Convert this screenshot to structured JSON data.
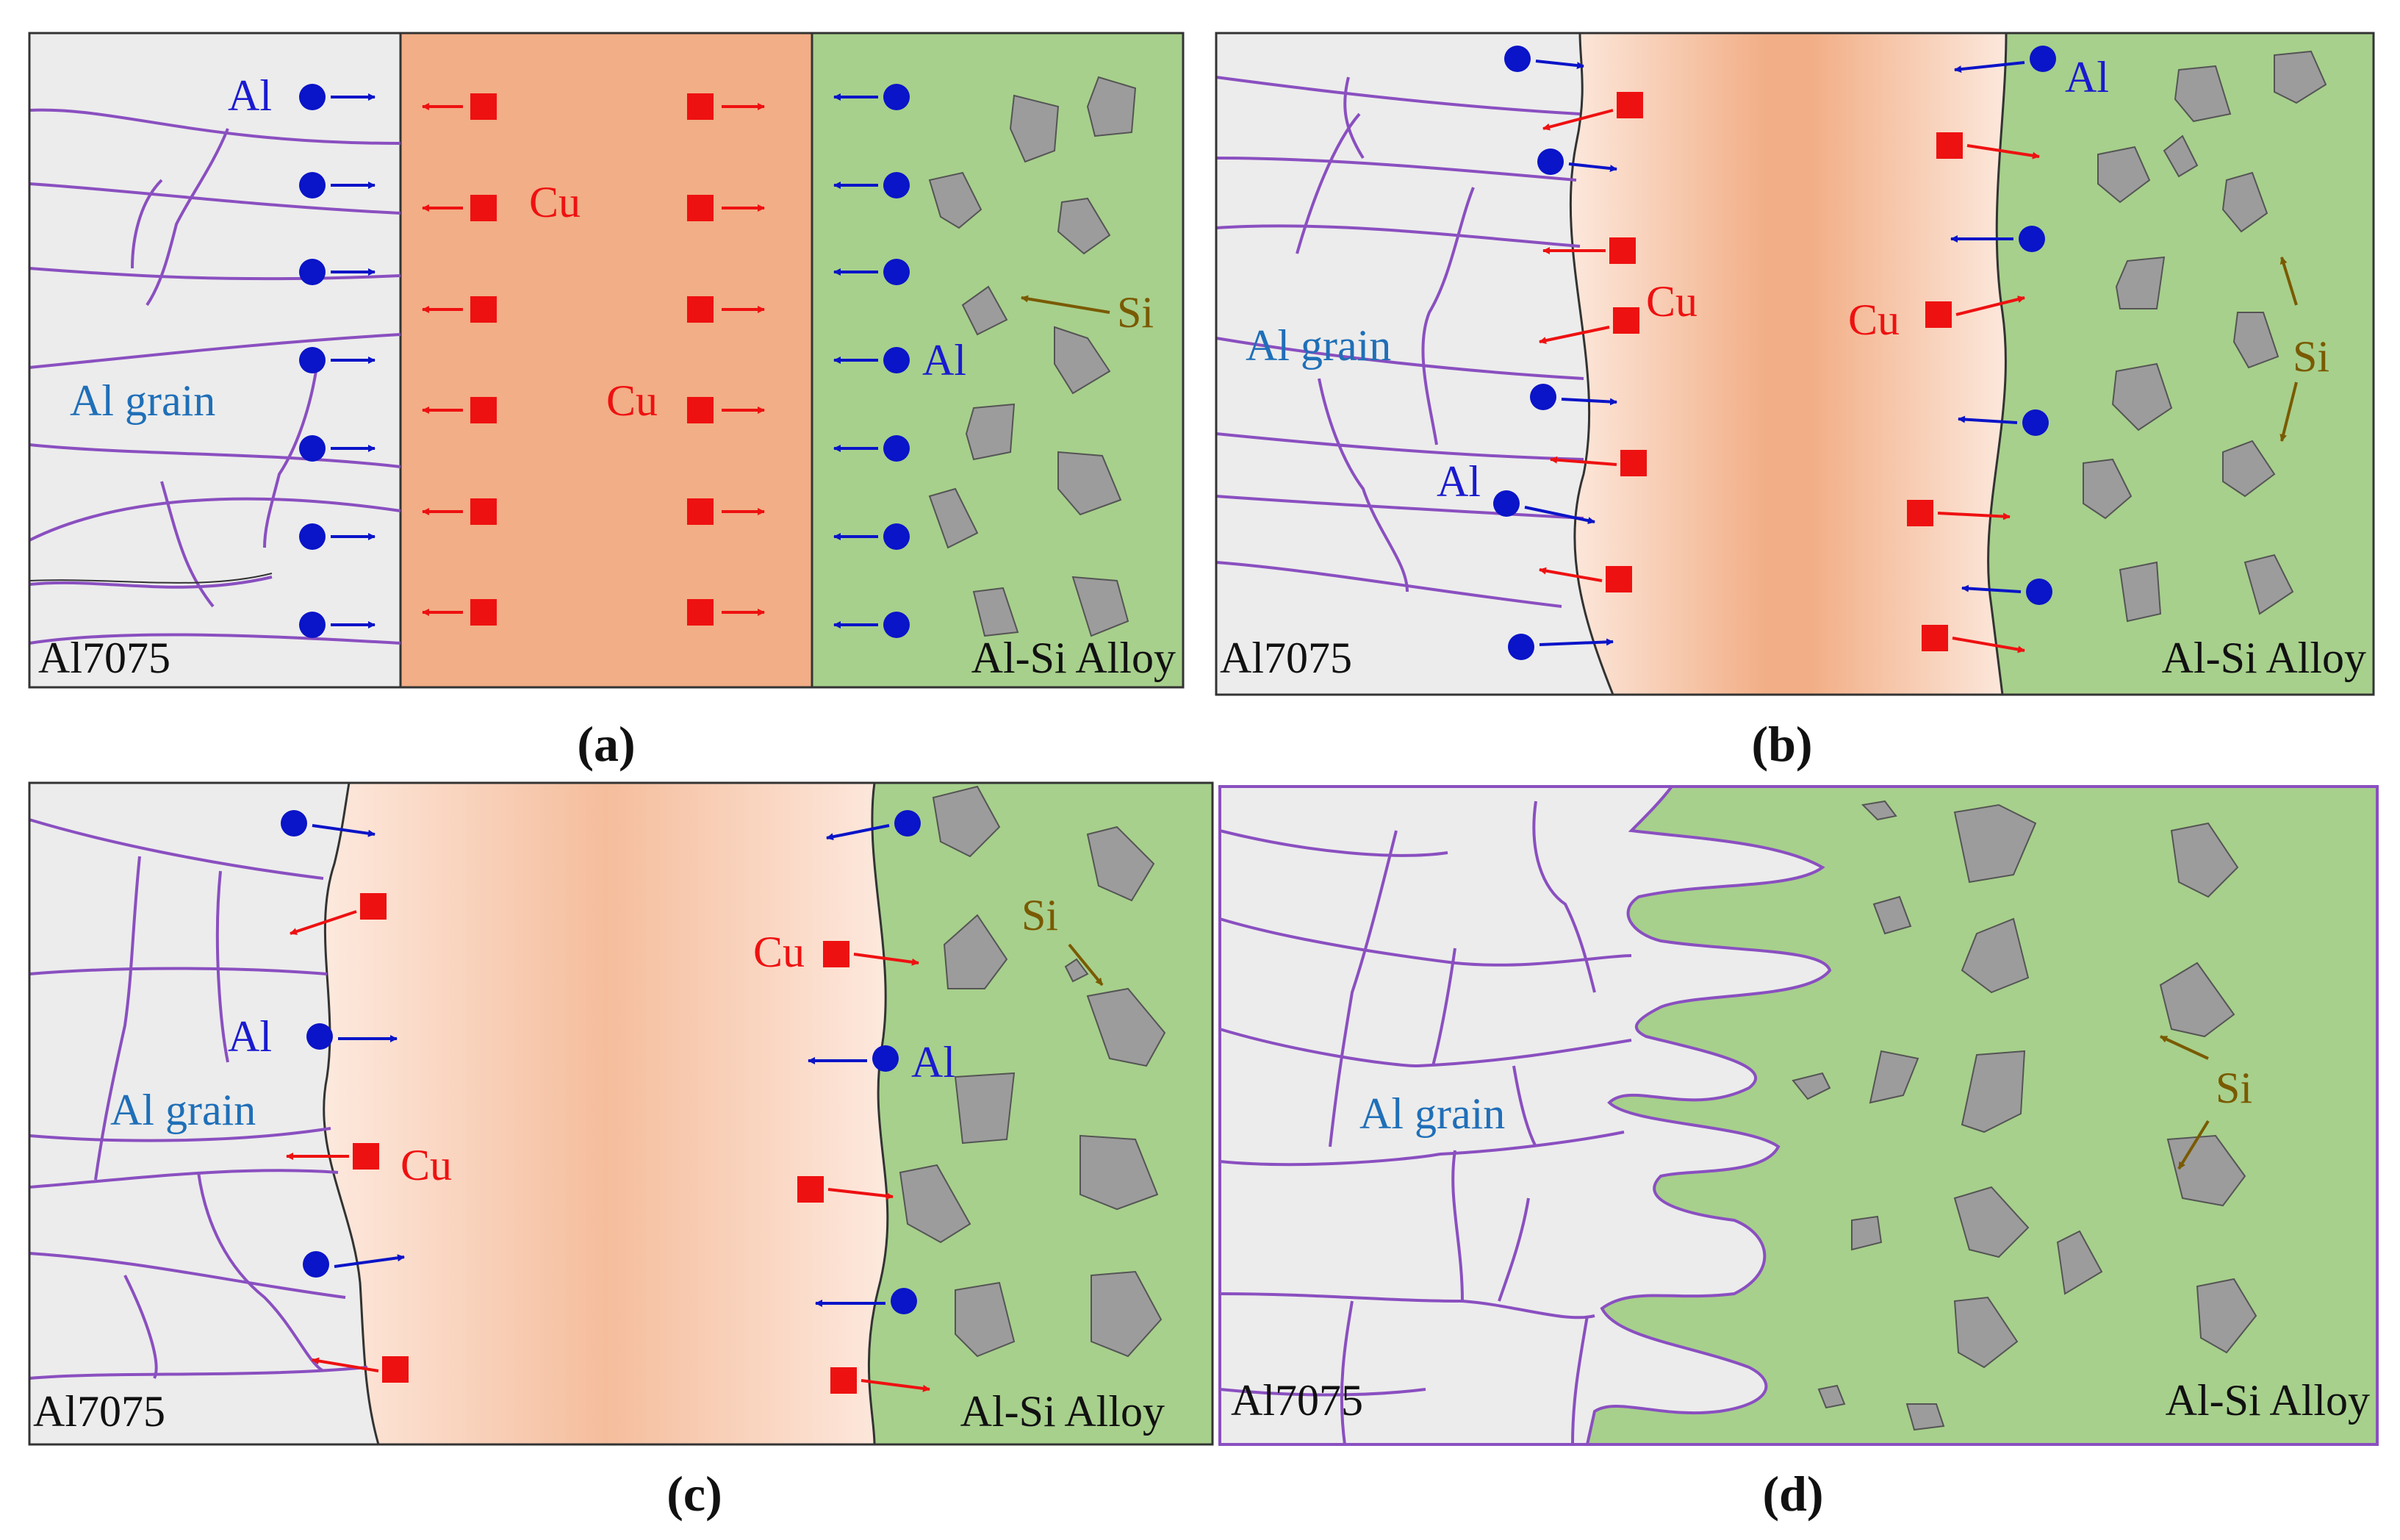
{
  "colors": {
    "al_region": "#ececec",
    "cu_region": "#f2ae86",
    "cu_edge": "#fce8dc",
    "alsi_region": "#a7d08c",
    "grain_boundary": "#8a4fc0",
    "al_atom": "#0a14c8",
    "cu_atom": "#ee1111",
    "si_particle": "#9c9c9c",
    "al_label": "#1a1ad0",
    "cu_label": "#ee1111",
    "si_label": "#7a5a00",
    "grain_label": "#1f6fb8",
    "frame": "#333333"
  },
  "icons": {
    "al_atom": "blue-circle",
    "cu_atom": "red-square",
    "si_particle": "gray-polygon",
    "arrow": "diffusion-arrow"
  },
  "panels": [
    {
      "id": "a",
      "caption": "(a)",
      "left_material": "Al7075",
      "right_material": "Al-Si Alloy",
      "grain_label": "Al grain",
      "al_label_top": "Al",
      "al_label_right": "Al",
      "cu_label_left": "Cu",
      "cu_label_right": "Cu",
      "si_label": "Si"
    },
    {
      "id": "b",
      "caption": "(b)",
      "left_material": "Al7075",
      "right_material": "Al-Si Alloy",
      "grain_label": "Al grain",
      "al_label_left": "Al",
      "al_label_right": "Al",
      "cu_label_left": "Cu",
      "cu_label_right": "Cu",
      "si_label": "Si"
    },
    {
      "id": "c",
      "caption": "(c)",
      "left_material": "Al7075",
      "right_material": "Al-Si Alloy",
      "grain_label": "Al grain",
      "al_label_left": "Al",
      "al_label_right": "Al",
      "cu_label_left": "Cu",
      "cu_label_right": "Cu",
      "si_label": "Si"
    },
    {
      "id": "d",
      "caption": "(d)",
      "left_material": "Al7075",
      "right_material": "Al-Si Alloy",
      "grain_label": "Al grain",
      "si_label": "Si"
    }
  ]
}
